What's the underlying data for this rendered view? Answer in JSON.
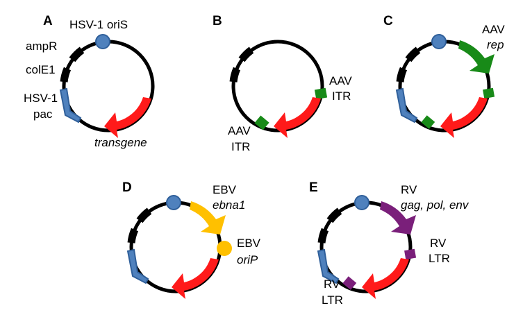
{
  "colors": {
    "backbone": "#000000",
    "transgene": "#ff1a1a",
    "aav": "#188a18",
    "hsv_ori": "#4f81bd",
    "ebv": "#ffc000",
    "rv": "#7a1f7a"
  },
  "panels": {
    "A": {
      "letter": "A",
      "ori": "HSV-1 oriS",
      "ampr": "ampR",
      "cole1": "colE1",
      "pac1": "HSV-1",
      "pac2": "pac",
      "transgene": "transgene"
    },
    "B": {
      "letter": "B",
      "itr1a": "AAV",
      "itr1b": "ITR",
      "itr2a": "AAV",
      "itr2b": "ITR"
    },
    "C": {
      "letter": "C",
      "rep1": "AAV",
      "rep2": "rep"
    },
    "D": {
      "letter": "D",
      "ebna1a": "EBV",
      "ebna1b": "ebna1",
      "orip1": "EBV",
      "orip2": "oriP"
    },
    "E": {
      "letter": "E",
      "gag1": "RV",
      "gag2": "gag, pol, env",
      "ltr1a": "RV",
      "ltr1b": "LTR",
      "ltr2a": "RV",
      "ltr2b": "LTR"
    }
  }
}
